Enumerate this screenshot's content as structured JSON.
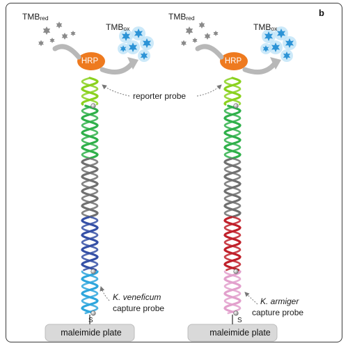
{
  "panel_letter": "b",
  "shared": {
    "reporter_probe_label": "reporter probe",
    "hrp_label": "HRP",
    "tmb_red_base": "TMB",
    "tmb_red_sub": "red",
    "tmb_ox_base": "TMB",
    "tmb_ox_sub": "ox",
    "plate_label": "maleimide plate",
    "thiol_label": "S"
  },
  "left_assembly": {
    "species": "K. veneficum",
    "capture_label": "capture probe",
    "strand_colors": [
      "#8ad11e",
      "#2fb04a",
      "#707070",
      "#3550a6",
      "#2ea6dd"
    ]
  },
  "right_assembly": {
    "species": "K. armiger",
    "capture_label": "capture probe",
    "strand_colors": [
      "#8ad11e",
      "#2fb04a",
      "#707070",
      "#c0202a",
      "#e2a0cc"
    ]
  },
  "colors": {
    "hrp": "#ee7a1f",
    "tmb_red": "#8a8a8a",
    "tmb_ox": "#2c93d6",
    "arrow": "#b8b8b8",
    "plate": "#d9d9d9"
  }
}
